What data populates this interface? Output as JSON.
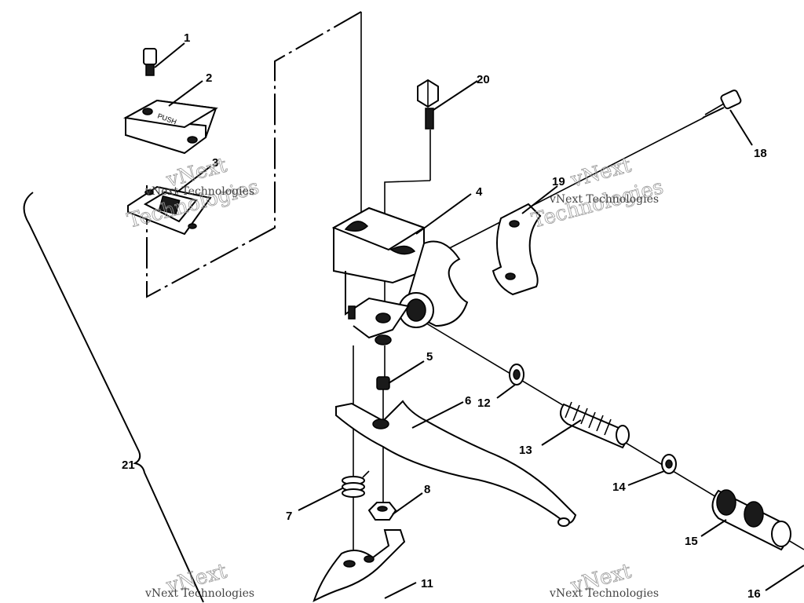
{
  "callouts": {
    "c1": "1",
    "c2": "2",
    "c3": "3",
    "c4": "4",
    "c5": "5",
    "c6": "6",
    "c7": "7",
    "c8": "8",
    "c11": "11",
    "c12": "12",
    "c13": "13",
    "c14": "14",
    "c15": "15",
    "c16": "16",
    "c18": "18",
    "c19": "19",
    "c20": "20",
    "c21": "21"
  },
  "watermark": {
    "line1": "vNext",
    "line2": "Technologies",
    "small": "vNext Technologies"
  },
  "cover_text": "PUSH"
}
